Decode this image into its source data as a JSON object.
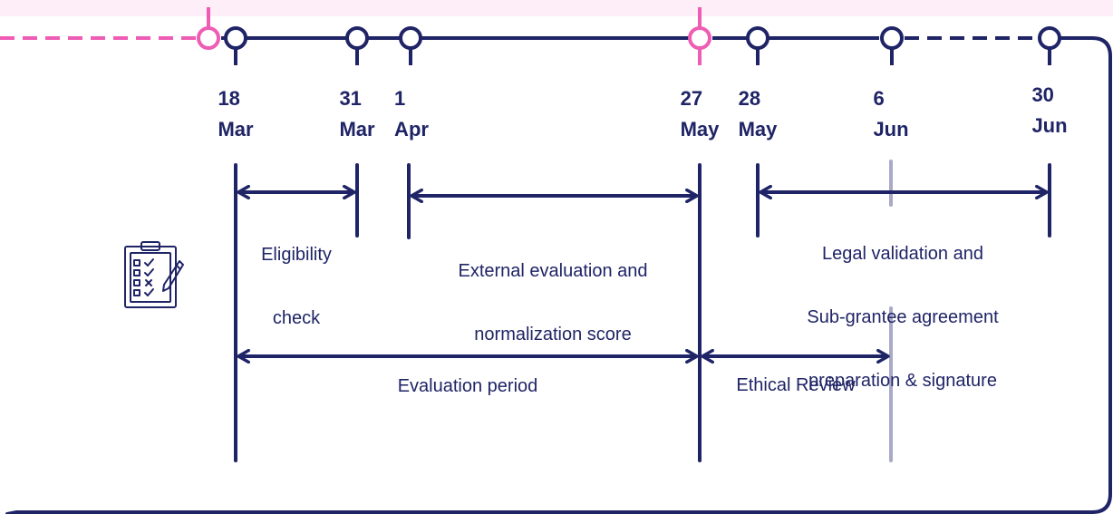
{
  "timeline": {
    "dates": [
      {
        "day": "18",
        "month": "Mar",
        "past": true
      },
      {
        "day": "31",
        "month": "Mar",
        "past": false
      },
      {
        "day": "1",
        "month": "Apr",
        "past": false
      },
      {
        "day": "27",
        "month": "May",
        "past": true
      },
      {
        "day": "28",
        "month": "May",
        "past": false
      },
      {
        "day": "6",
        "month": "Jun",
        "past": false
      },
      {
        "day": "30",
        "month": "Jun",
        "past": false
      }
    ]
  },
  "periods": {
    "eligibility": [
      "Eligibility",
      "check"
    ],
    "external": [
      "External evaluation and",
      "normalization score"
    ],
    "legal": [
      "Legal validation and",
      "Sub-grantee agreement",
      "preparation & signature"
    ],
    "evaluation": "Evaluation period",
    "ethical": "Ethical Review"
  },
  "icon": "clipboard-checklist-icon",
  "colors": {
    "navy": "#1f2466",
    "pink": "#ee5cb3",
    "gray": "#a8aac8",
    "band": "#fdeef7"
  }
}
